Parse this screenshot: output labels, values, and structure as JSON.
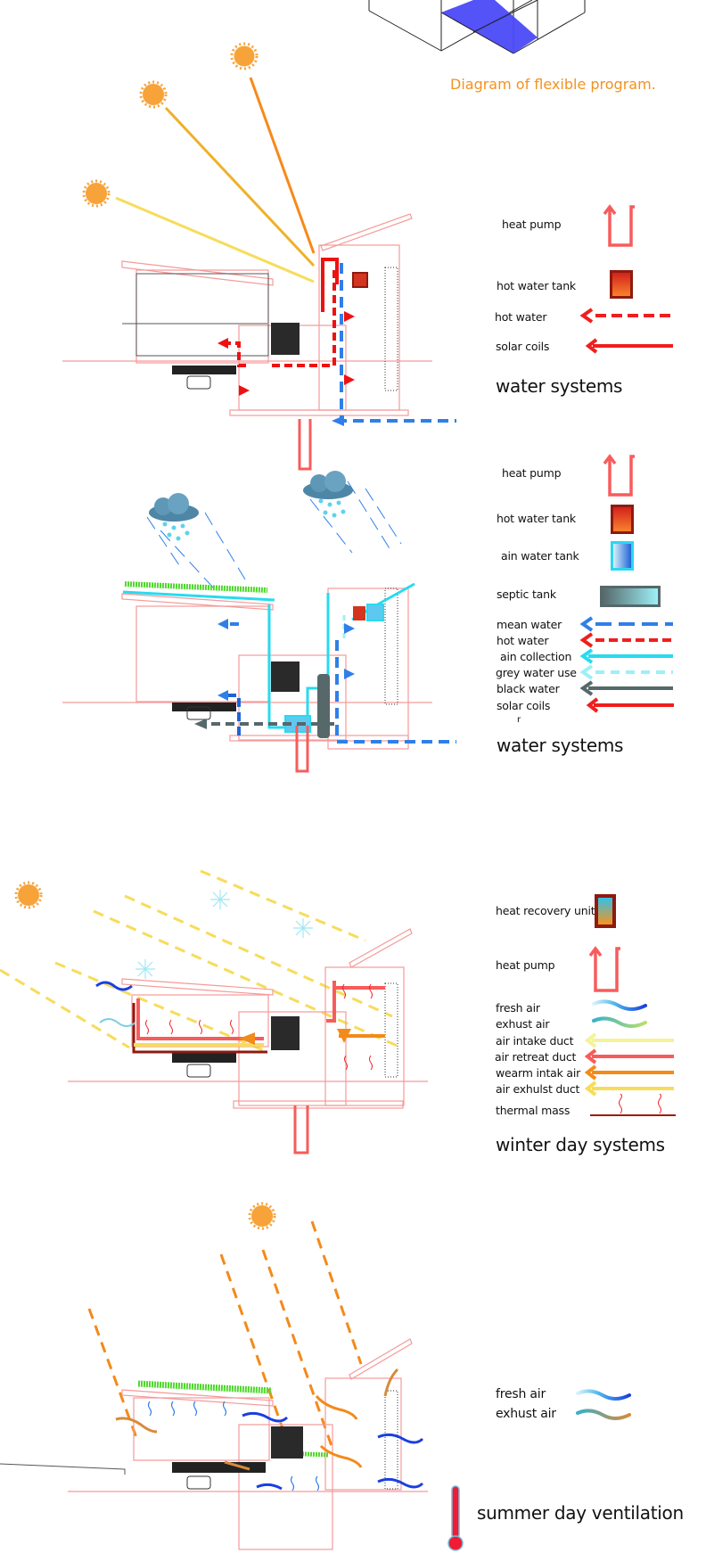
{
  "top_diagram": {
    "caption": "Diagram of flexible program.",
    "accent": "#4a4af8",
    "caption_color": "#f39220"
  },
  "panel1": {
    "title": "water systems",
    "legend": [
      {
        "label": "heat pump",
        "icon": "heat-pump-icon",
        "color": "#f75c5c"
      },
      {
        "label": "hot water tank",
        "icon": "hot-water-tank-icon",
        "color": "#c0281a"
      },
      {
        "label": "hot water",
        "icon": "dashed-arrow-icon",
        "color": "#f01e1e"
      },
      {
        "label": "solar coils",
        "icon": "solid-arrow-icon",
        "color": "#f01e1e"
      }
    ]
  },
  "panel2": {
    "title": "water systems",
    "stray_mark": "r",
    "legend": [
      {
        "label": "heat pump",
        "icon": "heat-pump-icon",
        "color": "#f75c5c"
      },
      {
        "label": "hot water tank",
        "icon": "hot-water-tank-icon",
        "color": "#c0281a"
      },
      {
        "label": "ain water tank",
        "icon": "rain-water-tank-icon",
        "color": "#2ad7f2"
      },
      {
        "label": "septic tank",
        "icon": "septic-tank-icon",
        "color": "#56686a"
      },
      {
        "label": "mean water",
        "icon": "dashed-arrow-icon",
        "color": "#2f7fe8"
      },
      {
        "label": "hot water",
        "icon": "dashed-arrow-icon",
        "color": "#f01e1e"
      },
      {
        "label": "ain collection",
        "icon": "solid-arrow-icon",
        "color": "#27dbef"
      },
      {
        "label": "grey water use",
        "icon": "dashed-arrow-icon",
        "color": "#9cf0f7"
      },
      {
        "label": "black water",
        "icon": "solid-arrow-icon",
        "color": "#56686a"
      },
      {
        "label": "solar coils",
        "icon": "solid-arrow-icon",
        "color": "#f01e1e"
      }
    ]
  },
  "panel3": {
    "title": "winter day systems",
    "legend": [
      {
        "label": "heat recovery unit",
        "icon": "heat-recovery-unit-icon",
        "color": "#8e1a10"
      },
      {
        "label": "heat pump",
        "icon": "heat-pump-icon",
        "color": "#f75c5c"
      },
      {
        "label": "fresh air",
        "icon": "fresh-air-wave-icon",
        "color": "#1a3fe0"
      },
      {
        "label": "exhust air",
        "icon": "exhaust-air-wave-icon",
        "color": "#a8d86a"
      },
      {
        "label": "air intake duct",
        "icon": "solid-arrow-icon",
        "color": "#f3f39a"
      },
      {
        "label": "air retreat duct",
        "icon": "solid-arrow-icon",
        "color": "#f75c5c"
      },
      {
        "label": "wearm intak air",
        "icon": "solid-arrow-icon",
        "color": "#f38a1a"
      },
      {
        "label": "air exhulst duct",
        "icon": "solid-arrow-icon",
        "color": "#f7dc5a"
      },
      {
        "label": "thermal mass",
        "icon": "thermal-mass-icon",
        "color": "#9e1a10"
      }
    ]
  },
  "panel4": {
    "title": "summer day ventilation",
    "legend": [
      {
        "label": "fresh air",
        "icon": "fresh-air-wave-icon",
        "color": "#1a3fe0"
      },
      {
        "label": "exhust air",
        "icon": "exhaust-air-wave-icon",
        "color": "#d88a3a"
      }
    ]
  }
}
